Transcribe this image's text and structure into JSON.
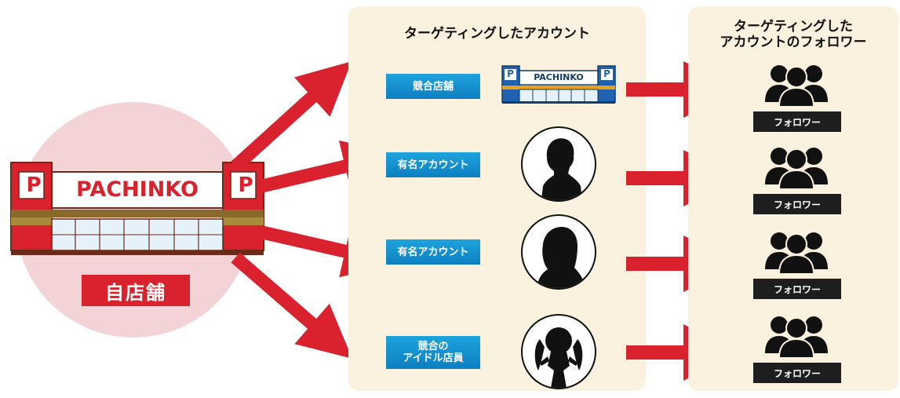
{
  "own_store": {
    "label": "自店舗",
    "sign_text": "PACHINKO",
    "parking_letter": "P"
  },
  "targets_panel": {
    "title": "ターゲティングしたアカウント",
    "items": [
      {
        "label": "競合店舗",
        "icon": "pachinko-store-icon",
        "sign_text": "PACHINKO",
        "parking_letter": "P"
      },
      {
        "label": "有名アカウント",
        "icon": "male-silhouette-icon"
      },
      {
        "label": "有名アカウント",
        "icon": "female-silhouette-icon"
      },
      {
        "label": "競合の\nアイドル店員",
        "icon": "idol-silhouette-icon"
      }
    ]
  },
  "followers_panel": {
    "title": "ターゲティングした\nアカウントのフォロワー",
    "items": [
      {
        "label": "フォロワー",
        "icon": "group-of-people-icon"
      },
      {
        "label": "フォロワー",
        "icon": "group-of-people-icon"
      },
      {
        "label": "フォロワー",
        "icon": "group-of-people-icon"
      },
      {
        "label": "フォロワー",
        "icon": "group-of-people-icon"
      }
    ]
  },
  "colors": {
    "arrow": "#d9222e",
    "panel_bg": "#fbf1df",
    "circle_bg": "#f4d3d7",
    "label_blue": "#1a8fd1",
    "store_red": "#d9222e"
  }
}
